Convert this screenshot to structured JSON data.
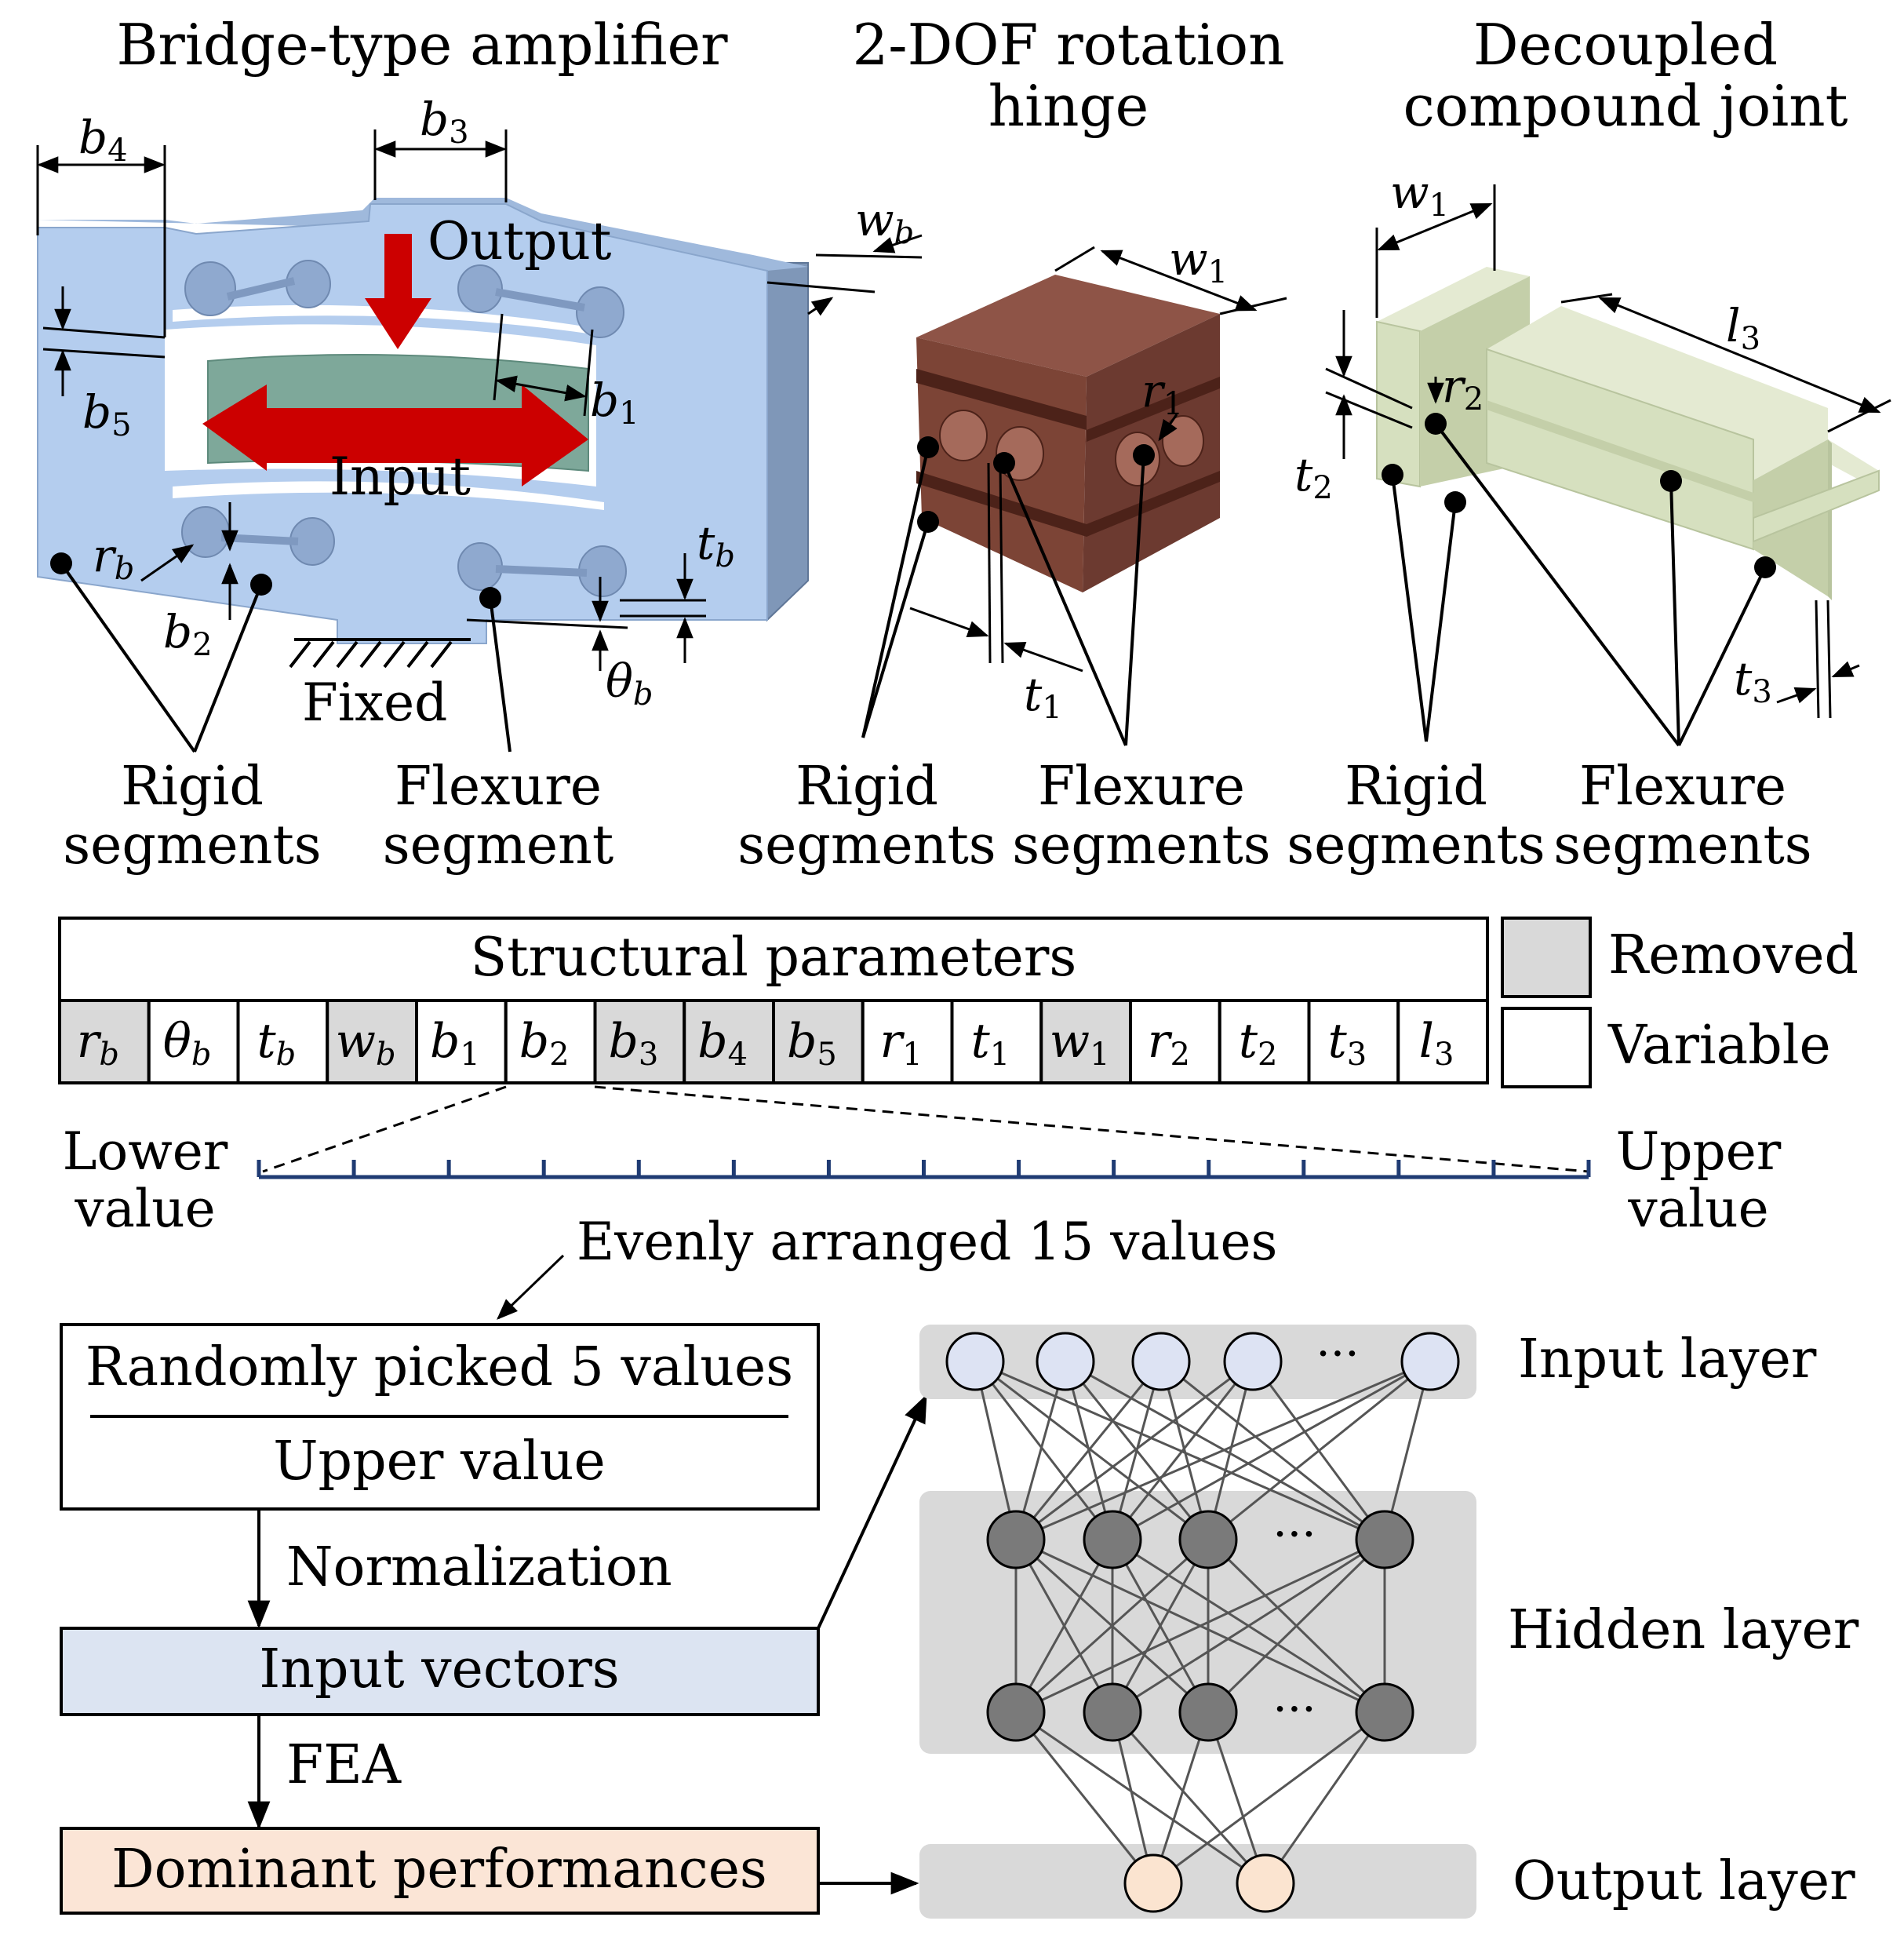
{
  "titles": {
    "bridge": "Bridge-type amplifier",
    "hinge_line1": "2-DOF rotation",
    "hinge_line2": "hinge",
    "joint_line1": "Decoupled",
    "joint_line2": "compound joint"
  },
  "bridge_labels": {
    "output": "Output",
    "input": "Input",
    "fixed": "Fixed",
    "rigid_line1": "Rigid",
    "rigid_line2": "segments",
    "flexure_line1": "Flexure",
    "flexure_line2": "segment"
  },
  "hinge_labels": {
    "rigid_line1": "Rigid",
    "rigid_line2": "segments",
    "flexure_line1": "Flexure",
    "flexure_line2": "segments"
  },
  "joint_labels": {
    "rigid_line1": "Rigid",
    "rigid_line2": "segments",
    "flexure_line1": "Flexure",
    "flexure_line2": "segments"
  },
  "dimensions": {
    "b4": [
      "b",
      "4"
    ],
    "b3": [
      "b",
      "3"
    ],
    "wb": [
      "w",
      "b"
    ],
    "b5": [
      "b",
      "5"
    ],
    "b1": [
      "b",
      "1"
    ],
    "rb": [
      "r",
      "b"
    ],
    "b2": [
      "b",
      "2"
    ],
    "tb": [
      "t",
      "b"
    ],
    "thetab": [
      "θ",
      "b"
    ],
    "w1a": [
      "w",
      "1"
    ],
    "r1": [
      "r",
      "1"
    ],
    "t1": [
      "t",
      "1"
    ],
    "w1b": [
      "w",
      "1"
    ],
    "l3": [
      "l",
      "3"
    ],
    "r2": [
      "r",
      "2"
    ],
    "t2": [
      "t",
      "2"
    ],
    "t3": [
      "t",
      "3"
    ]
  },
  "table": {
    "header": "Structural parameters",
    "params": [
      {
        "sym": "r",
        "sub": "b",
        "removed": true
      },
      {
        "sym": "θ",
        "sub": "b",
        "removed": false
      },
      {
        "sym": "t",
        "sub": "b",
        "removed": false
      },
      {
        "sym": "w",
        "sub": "b",
        "removed": true
      },
      {
        "sym": "b",
        "sub": "1",
        "removed": false
      },
      {
        "sym": "b",
        "sub": "2",
        "removed": false
      },
      {
        "sym": "b",
        "sub": "3",
        "removed": true
      },
      {
        "sym": "b",
        "sub": "4",
        "removed": true
      },
      {
        "sym": "b",
        "sub": "5",
        "removed": true
      },
      {
        "sym": "r",
        "sub": "1",
        "removed": false
      },
      {
        "sym": "t",
        "sub": "1",
        "removed": false
      },
      {
        "sym": "w",
        "sub": "1",
        "removed": true
      },
      {
        "sym": "r",
        "sub": "2",
        "removed": false
      },
      {
        "sym": "t",
        "sub": "2",
        "removed": false
      },
      {
        "sym": "t",
        "sub": "3",
        "removed": false
      },
      {
        "sym": "l",
        "sub": "3",
        "removed": false
      }
    ]
  },
  "legend": {
    "removed": "Removed",
    "variable": "Variable"
  },
  "scale": {
    "lower_line1": "Lower",
    "lower_line2": "value",
    "upper_line1": "Upper",
    "upper_line2": "value",
    "tick_count": 15,
    "caption": "Evenly arranged 15 values"
  },
  "flow": {
    "fraction_top": "Randomly picked 5 values",
    "fraction_bottom": "Upper value",
    "normalization": "Normalization",
    "input_vectors": "Input vectors",
    "fea": "FEA",
    "dominant": "Dominant performances"
  },
  "network": {
    "input_layer": "Input layer",
    "hidden_layer": "Hidden layer",
    "output_layer": "Output layer",
    "ellipsis": "···"
  },
  "colors": {
    "amplifier_body": "#b4cdee",
    "amplifier_input": "#7ea89a",
    "arrow_red": "#cc0000",
    "hinge_body": "#8c4a3c",
    "joint_body": "#d6e0bf",
    "removed_fill": "#d9d9d9",
    "input_vectors_fill": "#dce4f2",
    "dominant_fill": "#fbe5d6",
    "input_node": "#dde3f3",
    "hidden_node": "#7a7a7a",
    "output_node": "#fbe4d0",
    "layer_band": "#d9d9d9",
    "scale_color": "#1f3b73"
  }
}
